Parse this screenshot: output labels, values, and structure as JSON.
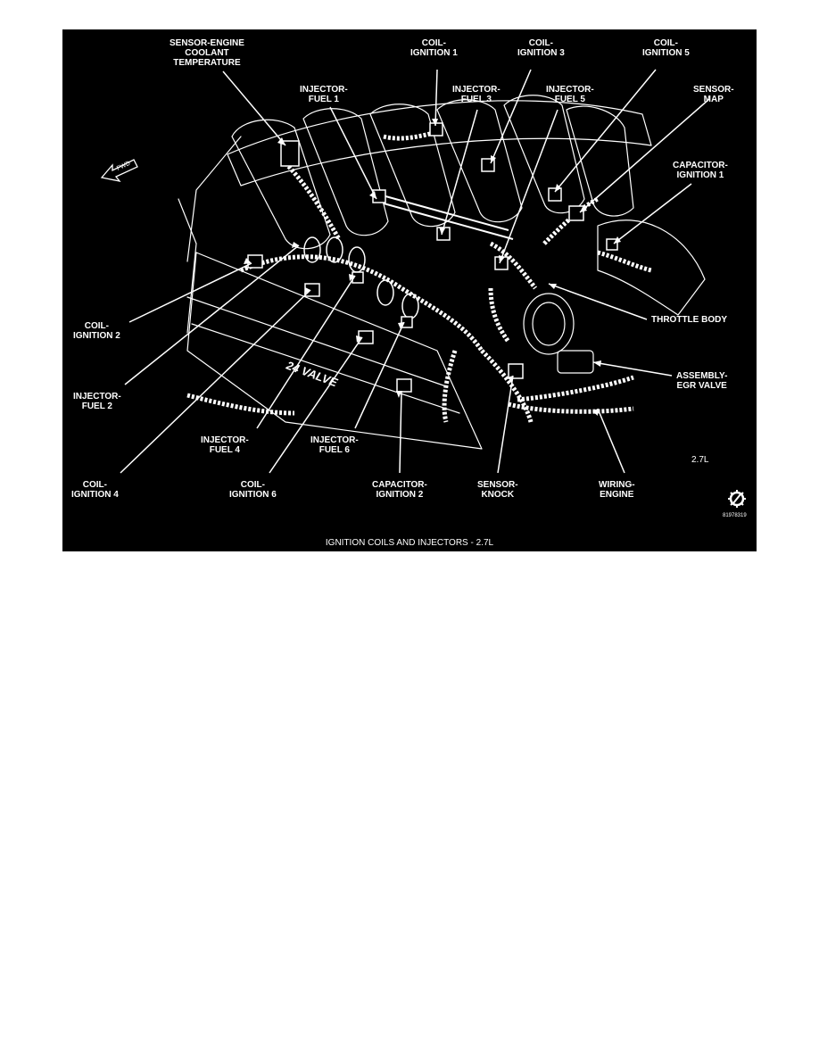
{
  "figure": {
    "caption": "IGNITION COILS AND INJECTORS - 2.7L",
    "displacement": "2.7L",
    "code": "81978319",
    "fwd_label": "FWD",
    "callouts": {
      "sensor_engine_coolant": [
        "SENSOR-ENGINE",
        "COOLANT",
        "TEMPERATURE"
      ],
      "coil_ignition_1": [
        "COIL-",
        "IGNITION 1"
      ],
      "coil_ignition_3": [
        "COIL-",
        "IGNITION 3"
      ],
      "coil_ignition_5": [
        "COIL-",
        "IGNITION 5"
      ],
      "injector_fuel_1": [
        "INJECTOR-",
        "FUEL 1"
      ],
      "injector_fuel_3": [
        "INJECTOR-",
        "FUEL 3"
      ],
      "injector_fuel_5": [
        "INJECTOR-",
        "FUEL 5"
      ],
      "sensor_map": [
        "SENSOR-",
        "MAP"
      ],
      "capacitor_ignition_1": [
        "CAPACITOR-",
        "IGNITION 1"
      ],
      "throttle_body": [
        "THROTTLE BODY"
      ],
      "assembly_egr_valve": [
        "ASSEMBLY-",
        "EGR VALVE"
      ],
      "coil_ignition_2": [
        "COIL-",
        "IGNITION 2"
      ],
      "injector_fuel_2": [
        "INJECTOR-",
        "FUEL 2"
      ],
      "coil_ignition_4": [
        "COIL-",
        "IGNITION 4"
      ],
      "injector_fuel_4": [
        "INJECTOR-",
        "FUEL 4"
      ],
      "coil_ignition_6": [
        "COIL-",
        "IGNITION 6"
      ],
      "injector_fuel_6": [
        "INJECTOR-",
        "FUEL 6"
      ],
      "capacitor_ignition_2": [
        "CAPACITOR-",
        "IGNITION 2"
      ],
      "sensor_knock": [
        "SENSOR-",
        "KNOCK"
      ],
      "wiring_engine": [
        "WIRING-",
        "ENGINE"
      ]
    },
    "engine_cast_text": "24 VALVE"
  }
}
